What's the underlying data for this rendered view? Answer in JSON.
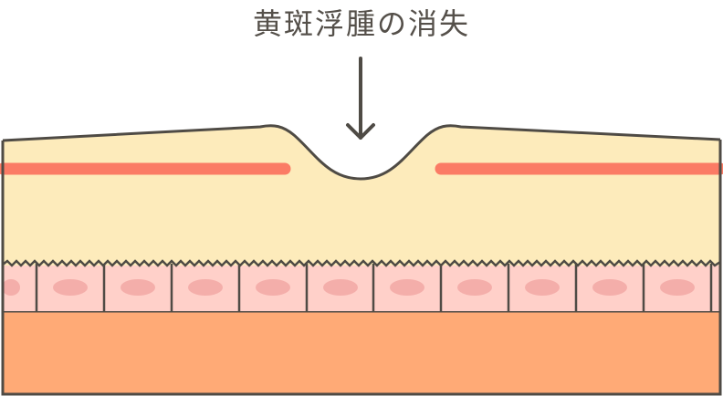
{
  "title": "黄斑浮腫の消失",
  "colors": {
    "outline": "#4f4b45",
    "retina_fill": "#fdebbb",
    "nerve_fiber_line": "#fb7b65",
    "rpe_cell_fill": "#ffd0c9",
    "rpe_nucleus_fill": "#f4aeaa",
    "choroid_fill": "#ffaa76",
    "arrow": "#4f4b45"
  },
  "diagram": {
    "arrow_label_target": "foveal-depression",
    "layers": [
      "retina",
      "nerve-fiber-line",
      "rpe-cell-layer",
      "choroid"
    ],
    "rpe_cell_count": 11
  }
}
